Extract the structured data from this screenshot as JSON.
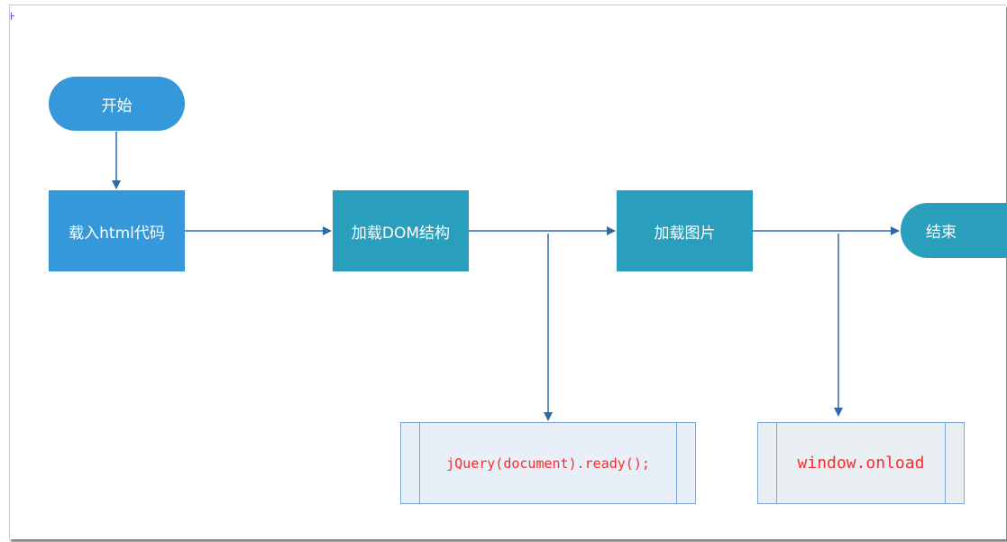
{
  "diagram": {
    "marker": "⊦",
    "nodes": {
      "start": "开始",
      "load_html": "载入html代码",
      "load_dom": "加载DOM结构",
      "load_images": "加载图片",
      "end": "结束",
      "dom_ready": "jQuery(document).ready();",
      "window_onload": "window.onload"
    },
    "colors": {
      "primary_blue": "#3498db",
      "teal": "#2a9fbd",
      "connector": "#2e6aa8",
      "code_text": "#ff2a2a",
      "subprocess_fill": "#e8eff8",
      "subprocess_border": "#7ea6d8"
    }
  }
}
